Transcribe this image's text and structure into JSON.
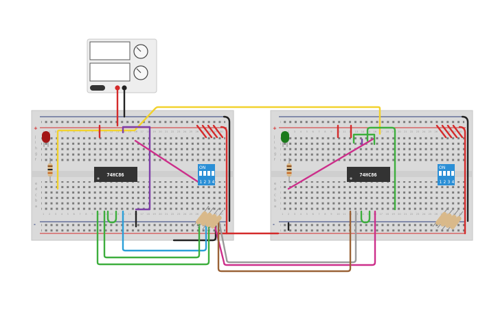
{
  "chips": [
    {
      "label": "74HC86"
    },
    {
      "label": "74HC86"
    }
  ],
  "dip_switches": [
    {
      "on_label": "ON",
      "positions": [
        "1",
        "2",
        "3",
        "4"
      ]
    },
    {
      "on_label": "ON",
      "positions": [
        "1",
        "2",
        "3",
        "4"
      ]
    }
  ],
  "breadboard": {
    "plus": "+",
    "minus": "-",
    "rows_top": [
      "j",
      "i",
      "h",
      "g",
      "f"
    ],
    "rows_bottom": [
      "e",
      "d",
      "c",
      "b",
      "a"
    ],
    "columns": [
      "1",
      "2",
      "3",
      "4",
      "5",
      "6",
      "7",
      "8",
      "9",
      "10",
      "11",
      "12",
      "13",
      "14",
      "15",
      "16",
      "17",
      "18",
      "19",
      "20",
      "21",
      "22",
      "23",
      "24",
      "25",
      "26",
      "27",
      "28",
      "29",
      "30"
    ]
  },
  "leds": [
    {
      "color": "#a31515"
    },
    {
      "color": "#1b7a1b"
    }
  ],
  "wire_colors": {
    "red": "#d42a2a",
    "black": "#222222",
    "yellow": "#f2d22e",
    "purple": "#7e3fa8",
    "magenta": "#cc2e8a",
    "green": "#3dae3d",
    "blue": "#2a9fd8",
    "brown": "#9a6236",
    "gray": "#9a9a9a"
  },
  "dip_color": "#2b8fd6"
}
